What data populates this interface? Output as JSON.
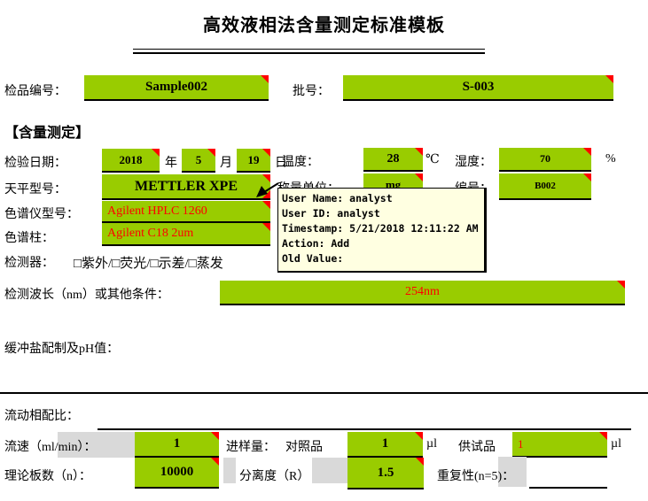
{
  "colors": {
    "field_green": "#99CC00",
    "value_red": "#FF0000",
    "tooltip_bg": "#FFFFE1",
    "shaded_gray": "#D9D9D9",
    "comment_marker": "#FF0000"
  },
  "title": "高效液相法含量测定标准模板",
  "section_header": "【含量测定】",
  "labels": {
    "sample_no": "检品编号：",
    "batch_no": "批号：",
    "test_date": "检验日期：",
    "year": "年",
    "month": "月",
    "day": "日",
    "temperature": "温度：",
    "celsius": "℃",
    "humidity": "湿度：",
    "percent": "%",
    "balance_model": "天平型号：",
    "weighing_unit": "称量单位：",
    "balance_id": "编号：",
    "hplc_model": "色谱仪型号：",
    "column": "色谱柱：",
    "detector": "检测器：",
    "detector_options": "□紫外/□荧光/□示差/□蒸发",
    "wavelength": "检测波长（nm）或其他条件：",
    "buffer_ph": "缓冲盐配制及pH值：",
    "mobile_phase": "流动相配比：",
    "flow_rate": "流速（ml/min）：",
    "injection": "进样量：",
    "reference": "对照品",
    "test_sample": "供试品",
    "microliter": "µl",
    "plates": "理论板数（n）：",
    "resolution": "分离度（R）",
    "repeatability": "重复性(n=5)："
  },
  "values": {
    "sample_no": "Sample002",
    "batch_no": "S-003",
    "year": "2018",
    "month": "5",
    "day": "19",
    "temperature": "28",
    "humidity": "70",
    "balance_model": "METTLER XPE",
    "weighing_unit": "mg",
    "balance_id": "B002",
    "hplc_model": "Agilent HPLC 1260",
    "column": "Agilent C18 2um",
    "wavelength": "254nm",
    "flow_rate": "1",
    "injection_reference": "1",
    "injection_test": "1",
    "plates": "10000",
    "resolution": "1.5",
    "repeatability": ""
  },
  "tooltip": {
    "lines": [
      "User Name: analyst",
      "User ID: analyst",
      "Timestamp: 5/21/2018 12:11:22 AM",
      "Action: Add",
      "Old Value:"
    ]
  }
}
